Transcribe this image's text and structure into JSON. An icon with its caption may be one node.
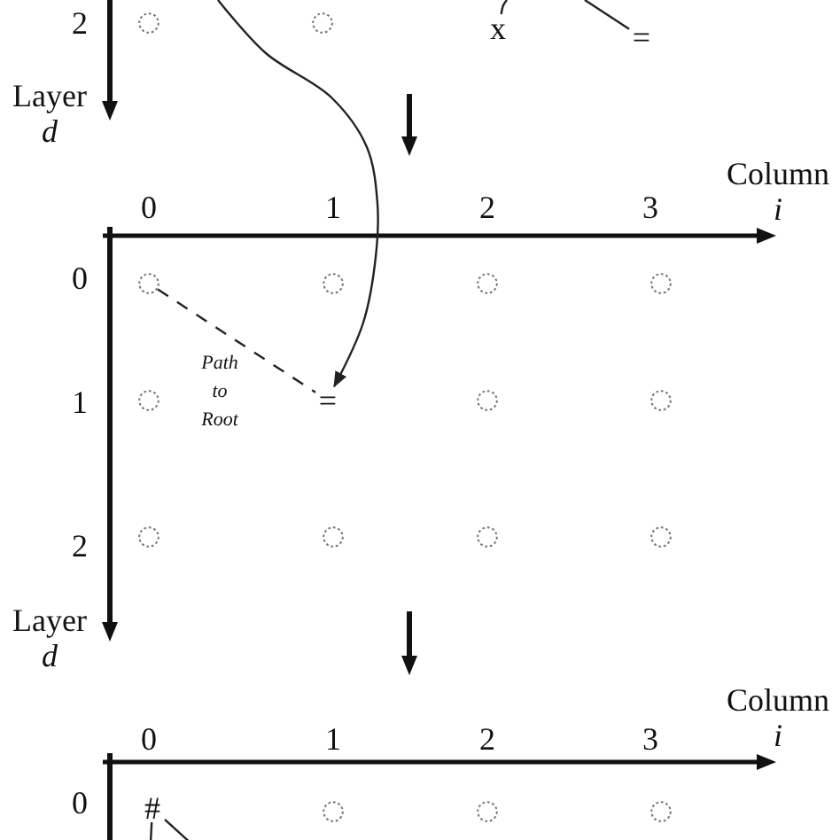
{
  "diagram": {
    "nodes": [
      {
        "text": [],
        "shape": "circle"
      },
      {
        "text": [],
        "shape": "circle"
      },
      {
        "text": [
          "x"
        ]
      },
      {
        "text": [
          "="
        ]
      },
      {
        "text": [],
        "shape": "circle"
      },
      {
        "text": [],
        "shape": "circle"
      },
      {
        "text": [],
        "shape": "circle"
      },
      {
        "text": [],
        "shape": "circle"
      },
      {
        "text": [],
        "shape": "circle"
      },
      {
        "text": [
          "="
        ]
      },
      {
        "text": [],
        "shape": "circle"
      },
      {
        "text": [],
        "shape": "circle"
      },
      {
        "text": [],
        "shape": "circle"
      },
      {
        "text": [],
        "shape": "circle"
      },
      {
        "text": [],
        "shape": "circle"
      },
      {
        "text": [],
        "shape": "circle"
      },
      {
        "text": [
          "#"
        ]
      },
      {
        "text": [],
        "shape": "circle"
      },
      {
        "text": [],
        "shape": "circle"
      },
      {
        "text": [],
        "shape": "circle"
      }
    ],
    "edges": [
      {
        "from": null,
        "to": 2,
        "arrow": "none"
      },
      {
        "from": null,
        "to": 3,
        "arrow": "none"
      },
      {
        "from": null,
        "to": 9,
        "arrow": "to"
      },
      {
        "from": 4,
        "to": 9,
        "arrow": "none",
        "style": "dashed",
        "label": "Path to Root"
      },
      {
        "from": 16,
        "to": null,
        "arrow": "none"
      },
      {
        "from": 16,
        "to": null,
        "arrow": "none"
      }
    ],
    "labels": [
      "2",
      "Layer *d*",
      "Column *i*",
      "0",
      "1",
      "2",
      "3",
      "0",
      "1",
      "2",
      "Layer *d*",
      "Column *i*",
      "0",
      "1",
      "2",
      "3",
      "0"
    ]
  }
}
